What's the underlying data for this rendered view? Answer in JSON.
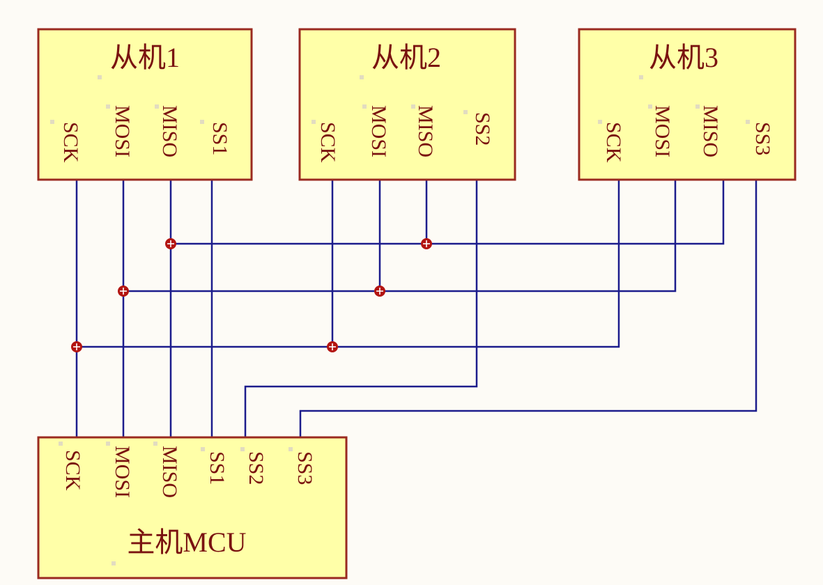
{
  "slaves": [
    {
      "title": "从机1",
      "pins": [
        "SCK",
        "MOSI",
        "MISO",
        "SS1"
      ]
    },
    {
      "title": "从机2",
      "pins": [
        "SCK",
        "MOSI",
        "MISO",
        "SS2"
      ]
    },
    {
      "title": "从机3",
      "pins": [
        "SCK",
        "MOSI",
        "MISO",
        "SS3"
      ]
    }
  ],
  "master": {
    "title": "主机MCU",
    "pins": [
      "SCK",
      "MOSI",
      "MISO",
      "SS1",
      "SS2",
      "SS3"
    ]
  },
  "colors": {
    "block_fill": "#ffffa8",
    "block_border": "#9a2a20",
    "text": "#7a1210",
    "wire": "#1c1c8c",
    "junction": "#b31512",
    "background": "#fdfbf6"
  }
}
